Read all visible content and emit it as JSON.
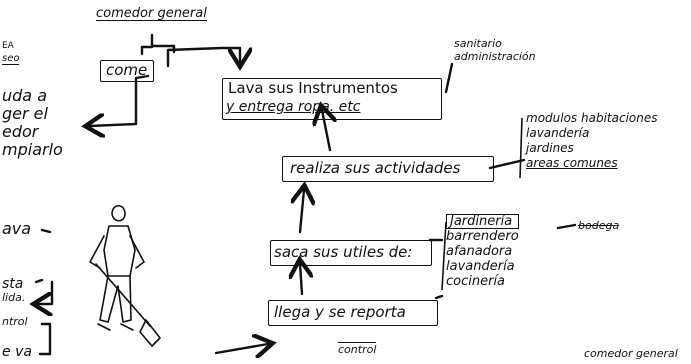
{
  "top_header": "comedor general",
  "left_edge": {
    "ea": "EA",
    "seo": "seo",
    "ayuda_lines": [
      "uda a",
      "ger el",
      "edor",
      "mpiarlo"
    ],
    "lava": "ava",
    "resta": "sta",
    "salida": "lida.",
    "control": "ntrol",
    "se_va": "e va"
  },
  "nodes": {
    "come": "come",
    "lava_line1": "Lava sus Instrumentos",
    "lava_line2": "y entrega ropa. etc",
    "realiza": "realiza sus actividades",
    "saca": "saca sus utiles de:",
    "llega": "llega y se reporta"
  },
  "lists": {
    "sanitario": [
      "sanitario",
      "administración"
    ],
    "areas": [
      "modulos habitaciones",
      "lavandería",
      "jardines",
      "areas comunes"
    ],
    "servicios": [
      "Jardinería",
      "barrendero",
      "afanadora",
      "lavandería",
      "cocinería"
    ],
    "bodega": "bodega",
    "control": "control",
    "bottom_right": "comedor general"
  },
  "colors": {
    "ink": "#111111",
    "paper": "#ffffff"
  }
}
